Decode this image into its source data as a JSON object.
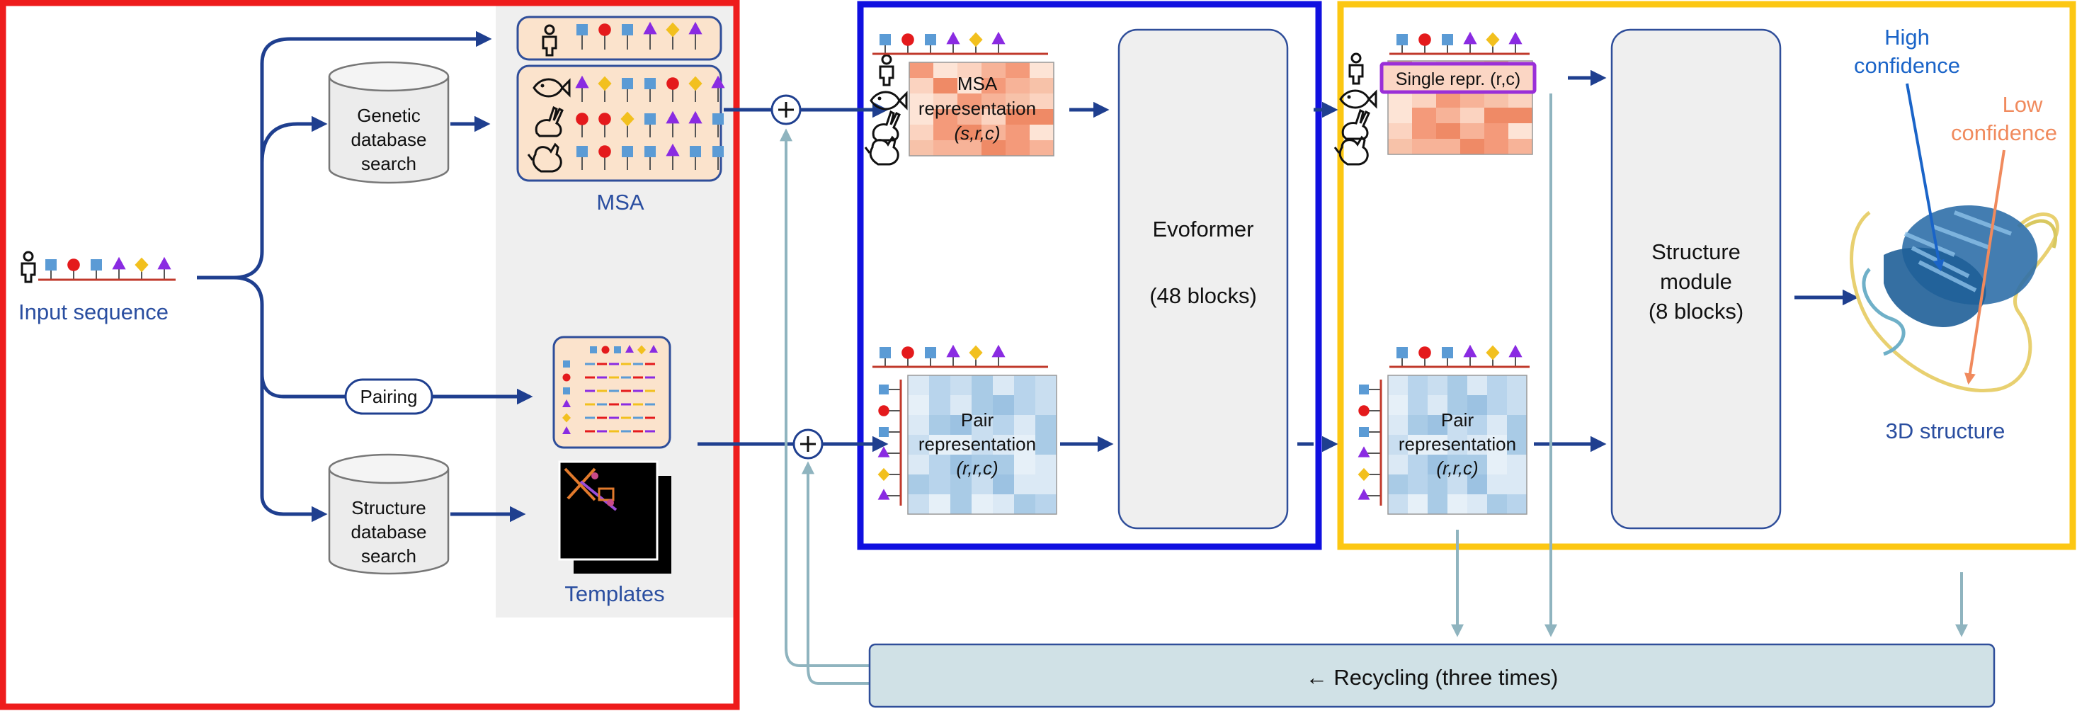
{
  "input": {
    "label": "Input sequence"
  },
  "genetic_db": {
    "line1": "Genetic",
    "line2": "database",
    "line3": "search"
  },
  "structure_db": {
    "line1": "Structure",
    "line2": "database",
    "line3": "search"
  },
  "pairing": {
    "label": "Pairing"
  },
  "msa": {
    "label": "MSA"
  },
  "templates": {
    "label": "Templates"
  },
  "msa_repr": {
    "line1": "MSA",
    "line2": "representation",
    "line3": "(s,r,c)"
  },
  "pair_repr": {
    "line1": "Pair",
    "line2": "representation",
    "line3": "(r,r,c)"
  },
  "evoformer": {
    "line1": "Evoformer",
    "line2": "(48 blocks)"
  },
  "single_repr": {
    "label": "Single repr. (r,c)"
  },
  "pair_repr_out": {
    "line1": "Pair",
    "line2": "representation",
    "line3": "(r,r,c)"
  },
  "structure_module": {
    "line1": "Structure",
    "line2": "module",
    "line3": "(8 blocks)"
  },
  "confidence": {
    "high1": "High",
    "high2": "confidence",
    "low1": "Low",
    "low2": "confidence"
  },
  "output": {
    "label": "3D structure"
  },
  "recycling": {
    "label": "← Recycling (three times)"
  },
  "colors": {
    "red_frame": "#ee1c1c",
    "blue_frame": "#1010e0",
    "yellow_frame": "#fcc713",
    "arrow": "#1f3f8f",
    "recycle": "#8fb4bf",
    "label_blue": "#2a4ea0",
    "high_conf": "#1a64c8",
    "low_conf": "#f08a5d",
    "msa_orange": "#f5a684",
    "pair_blue": "#a9cbe6",
    "box_gray": "#efefef"
  },
  "glyphs": [
    "square-blue",
    "circle-red",
    "square-blue",
    "triangle-purple",
    "diamond-yellow",
    "triangle-purple"
  ]
}
